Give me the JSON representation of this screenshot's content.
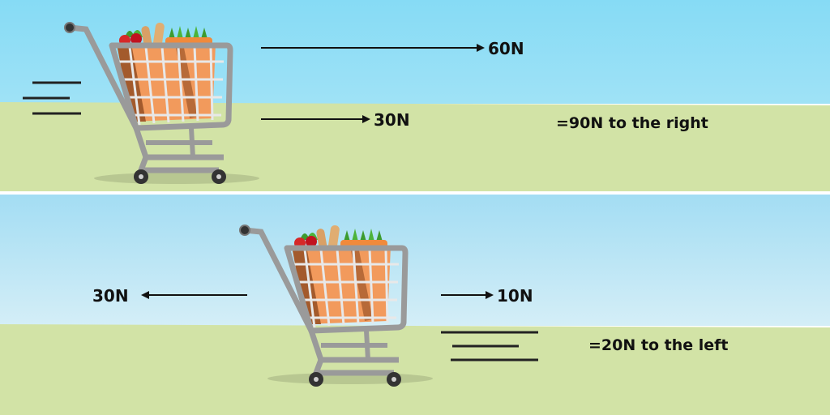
{
  "colors": {
    "sky": "#8EDDF6",
    "sky_light": "#CDEEF8",
    "ground": "#D2E3A6",
    "divider": "#FFFFFF",
    "arrow": "#111111",
    "cart_frame": "#9A9A9A",
    "bag": "#F29A5C",
    "bag_dark": "#A35A2C"
  },
  "panels": [
    {
      "forces": [
        {
          "label": "60N",
          "direction": "right"
        },
        {
          "label": "30N",
          "direction": "right"
        }
      ],
      "net": "=90N to the right"
    },
    {
      "forces": [
        {
          "label": "30N",
          "direction": "left"
        },
        {
          "label": "10N",
          "direction": "right"
        }
      ],
      "net": "=20N to the left"
    }
  ]
}
